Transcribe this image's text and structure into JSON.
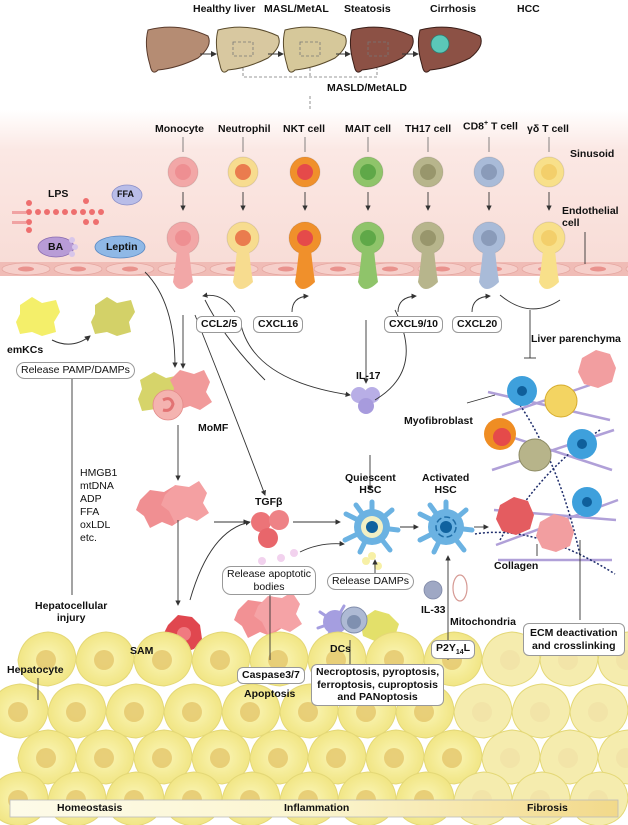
{
  "liver_stages": {
    "labels": [
      "Healthy liver",
      "MASL/MetAL",
      "Steatosis",
      "Cirrhosis",
      "HCC"
    ],
    "group_label": "MASLD/MetALD"
  },
  "immune_cells": [
    "Monocyte",
    "Neutrophil",
    "NKT cell",
    "MAIT cell",
    "TH17 cell",
    "CD8",
    "γδ T cell"
  ],
  "cd8_sup": "+",
  "cd8_suffix": " T cell",
  "compartments": {
    "sinusoid": "Sinusoid",
    "endothelial": "Endothelial",
    "endothelial2": "cell",
    "liver_parenchyma": "Liver parenchyma",
    "hepatocyte": "Hepatocyte"
  },
  "molecules": {
    "lps": "LPS",
    "ffa": "FFA",
    "ba": "BA",
    "leptin": "Leptin",
    "il17": "IL-17",
    "tgfb": "TGFβ",
    "il33": "IL-33",
    "mitochondria": "Mitochondria",
    "p2y": "P2Y",
    "p2y_sub": "14",
    "p2y_suffix": "L"
  },
  "chemokines": [
    "CCL2/5",
    "CXCL16",
    "CXCL9/10",
    "CXCL20"
  ],
  "cells": {
    "emkcs": "emKCs",
    "momf": "MoMF",
    "sam": "SAM",
    "dcs": "DCs",
    "quiescent_hsc": [
      "Quiescent",
      "HSC"
    ],
    "activated_hsc": [
      "Activated",
      "HSC"
    ],
    "myofibroblast": "Myofibroblast",
    "collagen": "Collagen"
  },
  "boxes": {
    "release_pamp": "Release PAMP/DAMPs",
    "release_apoptotic": [
      "Release apoptotic",
      "bodies"
    ],
    "release_damps": "Release DAMPs",
    "caspase": "Caspase3/7",
    "apoptosis": "Apoptosis",
    "death_modes": [
      "Necroptosis, pyroptosis,",
      "ferroptosis, cuproptosis",
      "and PANoptosis"
    ],
    "ecm": [
      "ECM deactivation",
      "and crosslinking"
    ]
  },
  "damp_list": [
    "HMGB1",
    "mtDNA",
    "ADP",
    "FFA",
    "oxLDL",
    "etc."
  ],
  "hepatocellular_injury": [
    "Hepatocellular",
    "injury"
  ],
  "timeline": [
    "Homeostasis",
    "Inflammation",
    "Fibrosis"
  ],
  "colors": {
    "sinusoid_bg": "#fbe9e6",
    "endothelial": "#f2c2bf",
    "monocyte": "#f2a7a7",
    "neutrophil": "#f7dc8f",
    "nkt": "#f0902b",
    "mait": "#8fc46a",
    "th17": "#b7b58c",
    "cd8": "#a9bbd8",
    "gdt": "#f8e08a",
    "hsc": "#5aa9dc",
    "hepatocyte": "#f7ef9c",
    "kc": "#d9dc6a"
  }
}
